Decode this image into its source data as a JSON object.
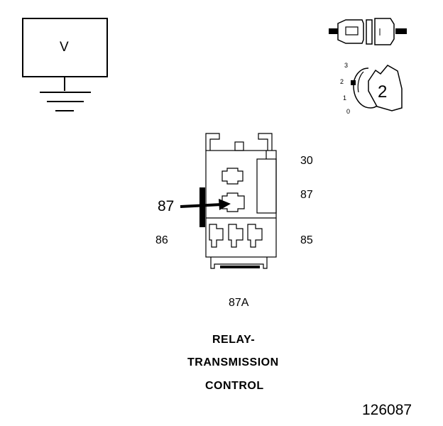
{
  "meter": {
    "symbol": "V"
  },
  "ignition_switch": {
    "positions": [
      "3",
      "2",
      "1",
      "0"
    ],
    "selected": "2"
  },
  "relay": {
    "pins": {
      "p30": "30",
      "p87_right": "87",
      "p87_pointer": "87",
      "p86": "86",
      "p85": "85",
      "p87a": "87A"
    }
  },
  "caption": {
    "line1": "RELAY-",
    "line2": "TRANSMISSION",
    "line3": "CONTROL"
  },
  "figure_number": "126087"
}
